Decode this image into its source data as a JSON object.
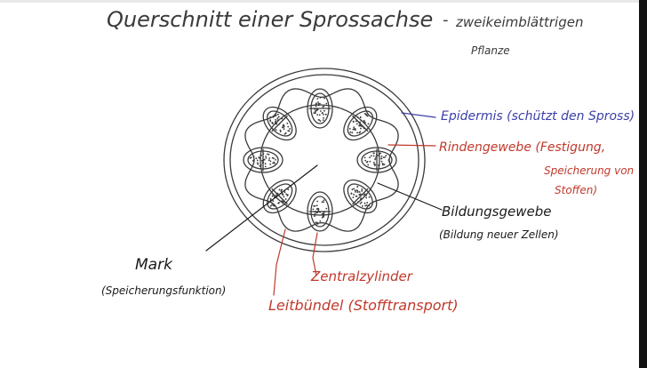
{
  "title": {
    "main": "Querschnitt einer Sprossachse",
    "dash": "-",
    "sub_line1": "zweikeimblättrigen",
    "sub_line2": "Pflanze"
  },
  "labels": {
    "epidermis": "Epidermis (schützt den Spross)",
    "rinde_line1": "Rindengewebe (Festigung,",
    "rinde_line2": "Speicherung von",
    "rinde_line3": "Stoffen)",
    "bildung_line1": "Bildungsgewebe",
    "bildung_line2": "(Bildung neuer Zellen)",
    "mark_line1": "Mark",
    "mark_line2": "(Speicherungsfunktion)",
    "zentral": "Zentralzylinder",
    "leit": "Leitbündel (Stofftransport)"
  },
  "colors": {
    "ink": "#3a3a3a",
    "blue": "#3b3fa8",
    "red": "#c0392b",
    "black": "#1a1a1a"
  }
}
